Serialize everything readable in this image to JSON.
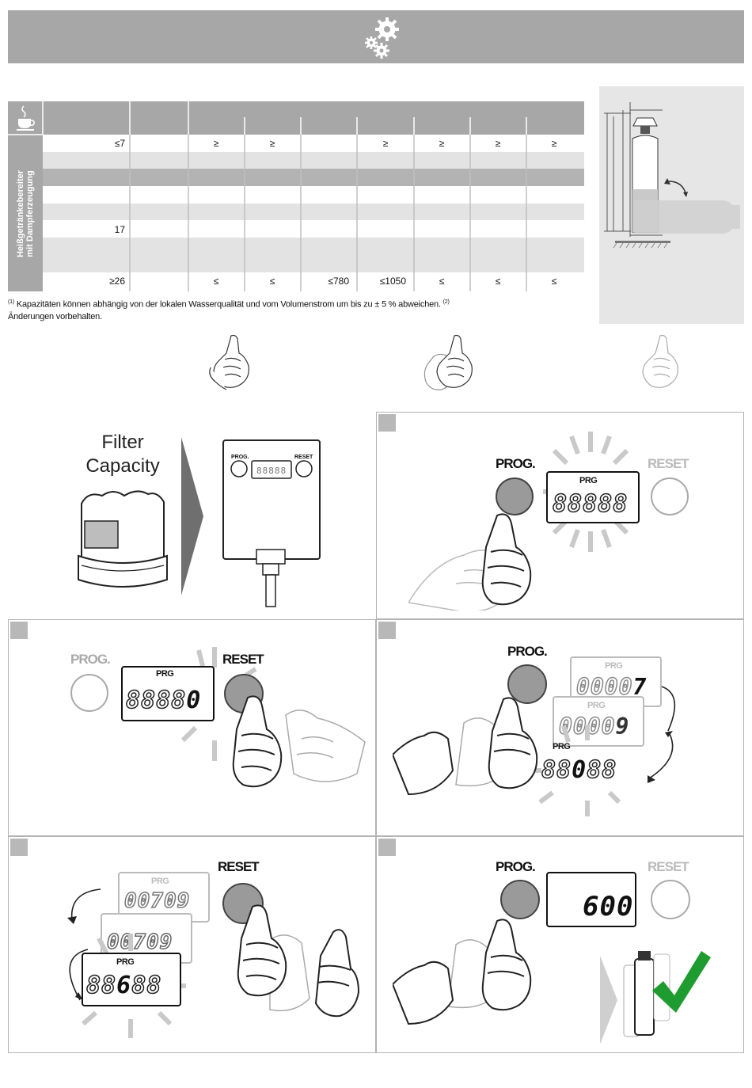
{
  "header": {
    "icon": "gears-icon"
  },
  "capacity_table": {
    "header_icon": "coffee-cup-icon",
    "side_label_line1": "Heißgetränkebereiter",
    "side_label_line2": "mit Dampferzeugung",
    "rows": [
      {
        "hardness": "≤7",
        "cells": [
          "",
          "≥",
          "≥",
          "",
          "≥",
          "≥",
          "≥",
          "≥"
        ]
      },
      {
        "hardness": "",
        "cells": [
          "",
          "",
          "",
          "",
          "",
          "",
          "",
          ""
        ]
      },
      {
        "hardness": "",
        "cells": [
          "",
          "",
          "",
          "",
          "",
          "",
          "",
          ""
        ]
      },
      {
        "hardness": "",
        "cells": [
          "",
          "",
          "",
          "",
          "",
          "",
          "",
          ""
        ]
      },
      {
        "hardness": "",
        "cells": [
          "",
          "",
          "",
          "",
          "",
          "",
          "",
          ""
        ]
      },
      {
        "hardness": "17",
        "cells": [
          "",
          "",
          "",
          "",
          "",
          "",
          "",
          ""
        ]
      },
      {
        "hardness": "",
        "cells": [
          "",
          "",
          "",
          "",
          "",
          "",
          "",
          ""
        ]
      },
      {
        "hardness": "",
        "cells": [
          "",
          "",
          "",
          "",
          "",
          "",
          "",
          ""
        ]
      },
      {
        "hardness": "≥26",
        "cells": [
          "",
          "≤",
          "≤",
          "≤780",
          "≤1050",
          "≤",
          "≤",
          "≤"
        ]
      }
    ]
  },
  "footnote": {
    "line1_marker": "(1)",
    "line1": " Kapazitäten können abhängig von der lokalen Wasserqualität und vom Volumenstrom um bis zu ± 5 % abweichen. ",
    "line1_marker2": "(2)",
    "line2": "Änderungen vorbehalten."
  },
  "hands": [
    "hand-one-finger-icon",
    "hand-two-fingers-icon",
    "hand-three-fingers-icon"
  ],
  "panels": {
    "intro": {
      "label": "Filter\nCapacity",
      "label_line1": "Filter",
      "label_line2": "Capacity",
      "device_left_label": "PROG.",
      "device_right_label": "RESET",
      "device_digits": "88888"
    },
    "step1": {
      "prog": "PROG.",
      "reset": "RESET",
      "lcd_tag": "PRG",
      "lcd_digits": "88888"
    },
    "step2": {
      "prog": "PROG.",
      "reset": "RESET",
      "lcd_tag": "PRG",
      "lcd_digits": "8888",
      "lcd_last": "0"
    },
    "step3": {
      "prog": "PROG.",
      "lcd_tag": "PRG",
      "lcd1_digits": "0000",
      "lcd1_last": "7",
      "lcd2_digits": "0000",
      "lcd2_last": "9",
      "lcd3_digits": "88",
      "lcd3_mid": "0",
      "lcd3_tail": "88"
    },
    "step4": {
      "reset": "RESET",
      "lcd_tag": "PRG",
      "lcd1_digits": "00709",
      "lcd2_digits": "00709",
      "lcd3_head": "88",
      "lcd3_mid": "6",
      "lcd3_tail": "88"
    },
    "step5": {
      "prog": "PROG.",
      "reset": "RESET",
      "lcd_digits": "600",
      "check_icon": "checkmark-icon"
    }
  }
}
